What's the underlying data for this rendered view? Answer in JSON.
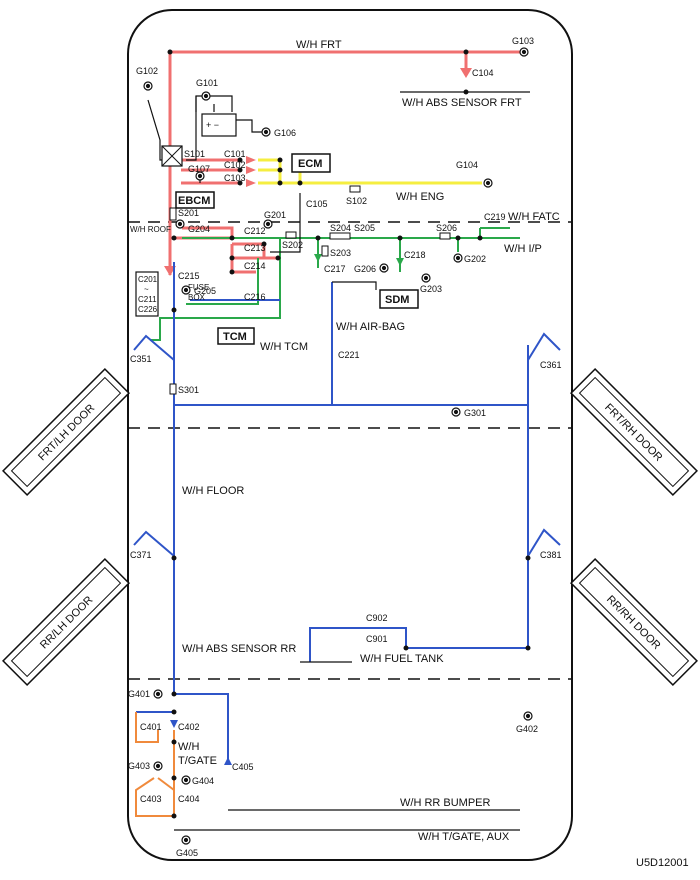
{
  "colors": {
    "red": "#f07070",
    "yellow": "#f5ee40",
    "green": "#2aa84a",
    "blue": "#2f55c8",
    "orange": "#f08a3c",
    "black": "#111111"
  },
  "harness": {
    "frt": "W/H FRT",
    "abs_sensor_frt": "W/H ABS SENSOR FRT",
    "eng": "W/H ENG",
    "fatc": "W/H FATC",
    "ip": "W/H I/P",
    "roof": "W/H ROOF",
    "airbag": "W/H AIR-BAG",
    "tcm": "W/H TCM",
    "floor": "W/H FLOOR",
    "abs_sensor_rr": "W/H ABS SENSOR RR",
    "fuel_tank": "W/H FUEL TANK",
    "tgate_1": "W/H",
    "tgate_2": "T/GATE",
    "rr_bumper": "W/H RR BUMPER",
    "tgate_aux": "W/H T/GATE, AUX"
  },
  "modules": {
    "ecm": "ECM",
    "ebcm": "EBCM",
    "sdm": "SDM",
    "tcm": "TCM",
    "fuse_box": [
      "FUSE",
      "BOX"
    ],
    "fuse_connectors": [
      "C201",
      "~",
      "C211",
      "C226"
    ]
  },
  "grounds": {
    "g101": "G101",
    "g102": "G102",
    "g103": "G103",
    "g104": "G104",
    "g106": "G106",
    "g107": "G107",
    "g201": "G201",
    "g202": "G202",
    "g203": "G203",
    "g204": "G204",
    "g205": "G205",
    "g206": "G206",
    "g301": "G301",
    "g401": "G401",
    "g402": "G402",
    "g403": "G403",
    "g404": "G404",
    "g405": "G405"
  },
  "connectors": {
    "c101": "C101",
    "c102": "C102",
    "c103": "C103",
    "c104": "C104",
    "c105": "C105",
    "c212": "C212",
    "c213": "C213",
    "c214": "C214",
    "c215": "C215",
    "c216": "C216",
    "c217": "C217",
    "c218": "C218",
    "c219": "C219",
    "c221": "C221",
    "c351": "C351",
    "c361": "C361",
    "c371": "C371",
    "c381": "C381",
    "c401": "C401",
    "c402": "C402",
    "c403": "C403",
    "c404": "C404",
    "c405": "C405",
    "c901": "C901",
    "c902": "C902"
  },
  "splices": {
    "s101": "S101",
    "s102": "S102",
    "s201": "S201",
    "s202": "S202",
    "s203": "S203",
    "s204": "S204",
    "s205": "S205",
    "s206": "S206",
    "s301": "S301"
  },
  "doors": {
    "frt_lh": "FRT/LH DOOR",
    "frt_rh": "FRT/RH DOOR",
    "rr_lh": "RR/LH DOOR",
    "rr_rh": "RR/RH DOOR"
  },
  "battery_signs": "+ −",
  "figure_code": "U5D12001"
}
